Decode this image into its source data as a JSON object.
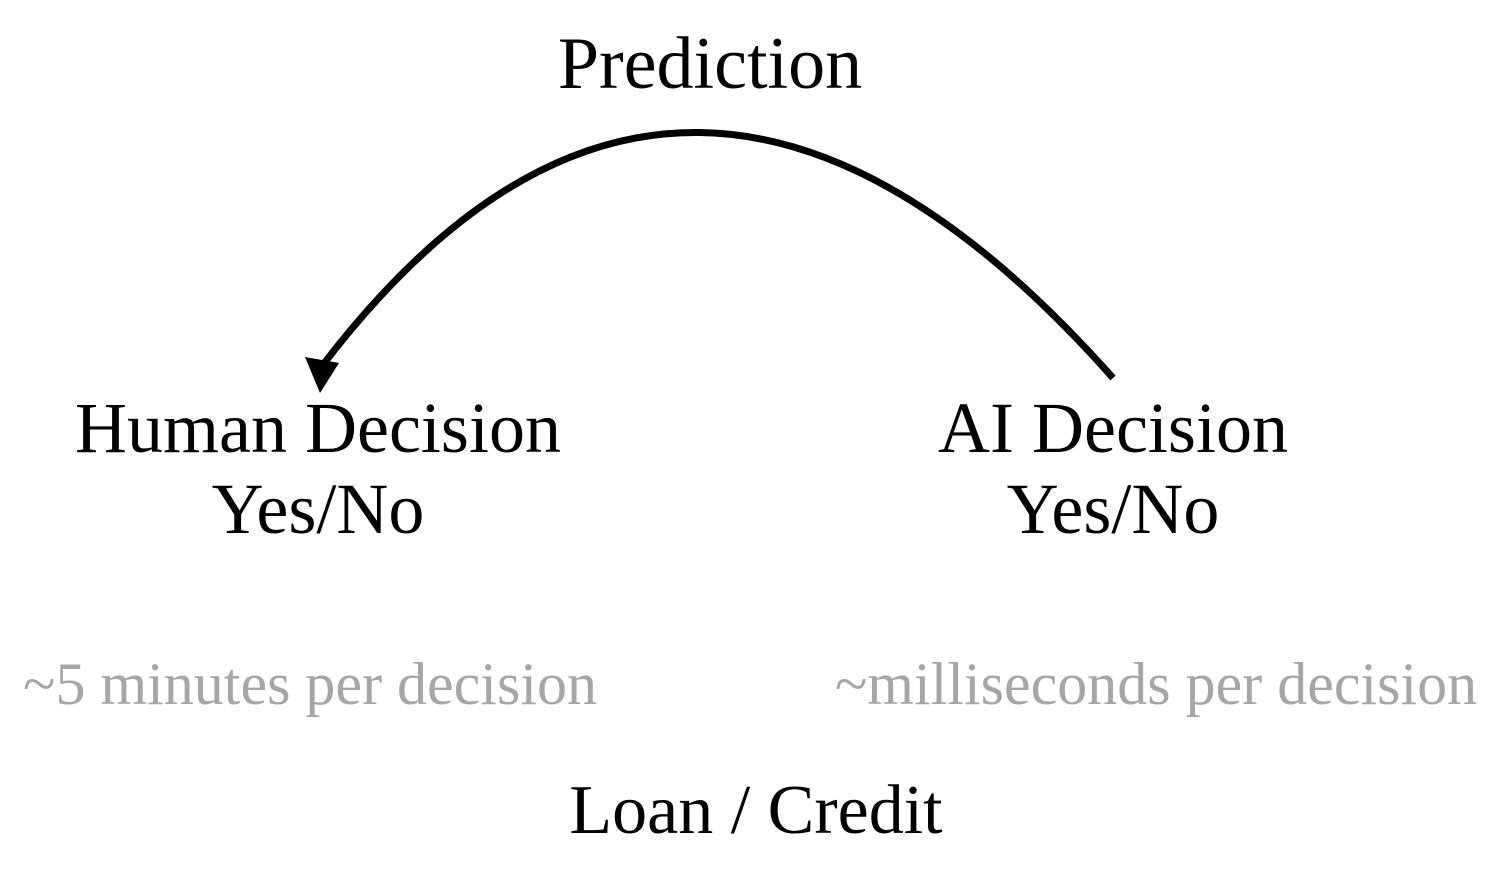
{
  "colors": {
    "background": "#FFFFFF",
    "text": "#000000",
    "muted_text": "#A6A6A6"
  },
  "diagram": {
    "title": "Prediction",
    "left_node": {
      "line1": "Human Decision",
      "line2": "Yes/No",
      "caption": "~5 minutes per decision"
    },
    "right_node": {
      "line1": "AI Decision",
      "line2": "Yes/No",
      "caption": "~milliseconds per decision"
    },
    "arrow": {
      "type": "curved-arc",
      "from": "Prediction (right side, above AI Decision)",
      "to": "Human Decision (arrowhead)"
    },
    "footer": "Loan / Credit"
  }
}
